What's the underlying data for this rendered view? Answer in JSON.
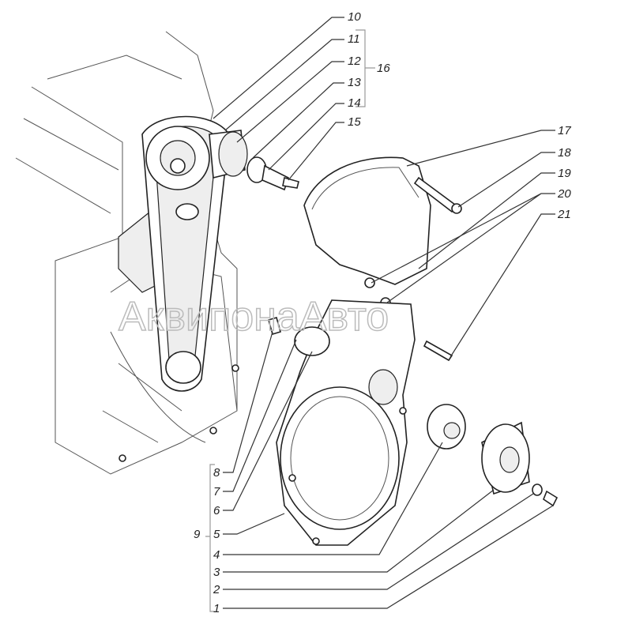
{
  "watermark": "АквипонаАвто",
  "callouts_top": [
    "10",
    "11",
    "12",
    "13",
    "14",
    "15"
  ],
  "group_top": "16",
  "callouts_right": [
    "17",
    "18",
    "19",
    "20",
    "21"
  ],
  "callouts_bottom": [
    "8",
    "7",
    "6",
    "5",
    "4",
    "3",
    "2",
    "1"
  ],
  "group_bottom": "9"
}
